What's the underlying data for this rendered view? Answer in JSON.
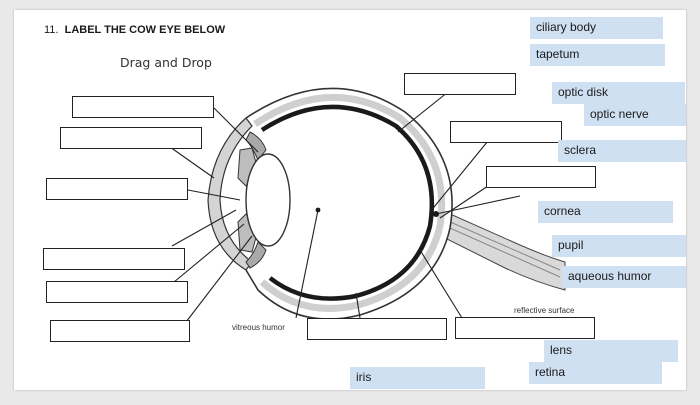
{
  "question": {
    "number": "11.",
    "title": "LABEL THE COW EYE BELOW",
    "instruction": "Drag and Drop"
  },
  "diagram": {
    "printed_labels": {
      "vitreous": "vitreous humor",
      "reflective": "reflective surface"
    }
  },
  "answer_chips": [
    {
      "id": "ciliary-body",
      "label": "ciliary body"
    },
    {
      "id": "tapetum",
      "label": "tapetum"
    },
    {
      "id": "optic-disk",
      "label": "optic disk"
    },
    {
      "id": "optic-nerve",
      "label": "optic nerve"
    },
    {
      "id": "sclera",
      "label": "sclera"
    },
    {
      "id": "cornea",
      "label": "cornea"
    },
    {
      "id": "pupil",
      "label": "pupil"
    },
    {
      "id": "aqueous-humor",
      "label": "aqueous humor"
    },
    {
      "id": "lens",
      "label": "lens"
    },
    {
      "id": "retina",
      "label": "retina"
    },
    {
      "id": "iris",
      "label": "iris"
    }
  ],
  "colors": {
    "chip_bg": "#cfe0f2",
    "box_border": "#222222"
  }
}
